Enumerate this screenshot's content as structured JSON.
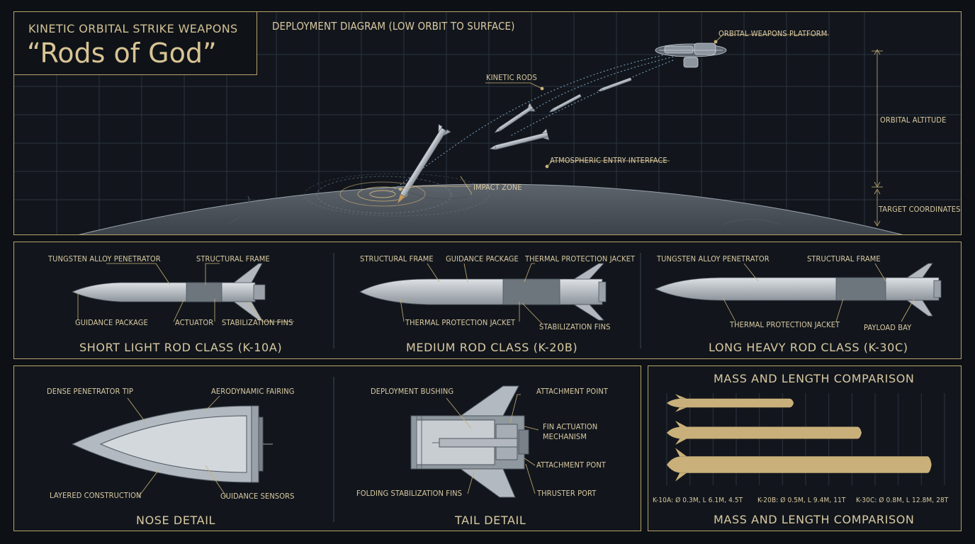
{
  "header": {
    "subtitle": "KINETIC ORBITAL STRIKE WEAPONS",
    "title": "“Rods of God”"
  },
  "deployment": {
    "heading": "DEPLOYMENT DIAGRAM (LOW ORBIT TO SURFACE)",
    "labels": {
      "platform": "ORBITAL WEAPONS PLATFORM",
      "rods": "KINETIC RODS",
      "altitude": "ORBITAL ALTITUDE",
      "entry": "ATMOSPHERIC ENTRY INTERFACE",
      "impact": "IMPACT ZONE",
      "target": "TARGET COORDINATES"
    }
  },
  "rod_classes": [
    {
      "caption": "SHORT LIGHT ROD CLASS (K-10A)",
      "labels": [
        "TUNGSTEN ALLOY PENETRATOR",
        "STRUCTURAL FRAME",
        "GUIDANCE PACKAGE",
        "ACTUATOR",
        "STABILIZATION FINS"
      ]
    },
    {
      "caption": "MEDIUM ROD CLASS (K-20B)",
      "labels": [
        "STRUCTURAL FRAME",
        "GUIDANCE PACKAGE",
        "THERMAL PROTECTION JACKET",
        "THERMAL PROTECTION JACKET",
        "STABILIZATION FINS"
      ]
    },
    {
      "caption": "LONG HEAVY ROD CLASS (K-30C)",
      "labels": [
        "TUNGSTEN ALLOY PENETRATOR",
        "STRUCTURAL FRAME",
        "THERMAL PROTECTION JACKET",
        "PAYLOAD BAY"
      ]
    }
  ],
  "nose": {
    "caption": "NOSE DETAIL",
    "labels": [
      "DENSE PENETRATOR TIP",
      "AERODYNAMIC FAIRING",
      "LAYERED CONSTRUCTION",
      "GUIDANCE SENSORS"
    ]
  },
  "tail": {
    "caption": "TAIL DETAIL",
    "labels": [
      "DEPLOYMENT BUSHING",
      "ATTACHMENT POINT",
      "FIN ACTUATION MECHANISM",
      "ATTACHMENT PONT",
      "FOLDING STABILIZATION FINS",
      "THRUSTER PORT"
    ]
  },
  "comparison": {
    "heading": "MASS AND LENGTH COMPARISON",
    "footer": "MASS AND LENGTH COMPARISON",
    "specs": [
      "K-10A: Ø 0.3M, L 6.1M, 4.5T",
      "K-20B: Ø 0.5M, L 9.4M, 11T",
      "K-30C: Ø 0.8M, L 12.8M, 28T"
    ]
  },
  "chart_data": {
    "type": "bar",
    "title": "MASS AND LENGTH COMPARISON",
    "categories": [
      "K-10A",
      "K-20B",
      "K-30C"
    ],
    "series": [
      {
        "name": "Length (m)",
        "values": [
          6.1,
          9.4,
          12.8
        ]
      },
      {
        "name": "Mass (t)",
        "values": [
          4.5,
          11,
          28
        ]
      },
      {
        "name": "Diameter (m)",
        "values": [
          0.3,
          0.5,
          0.8
        ]
      }
    ],
    "xlabel": "",
    "ylabel": "",
    "bar_color": "#c9b07a"
  }
}
